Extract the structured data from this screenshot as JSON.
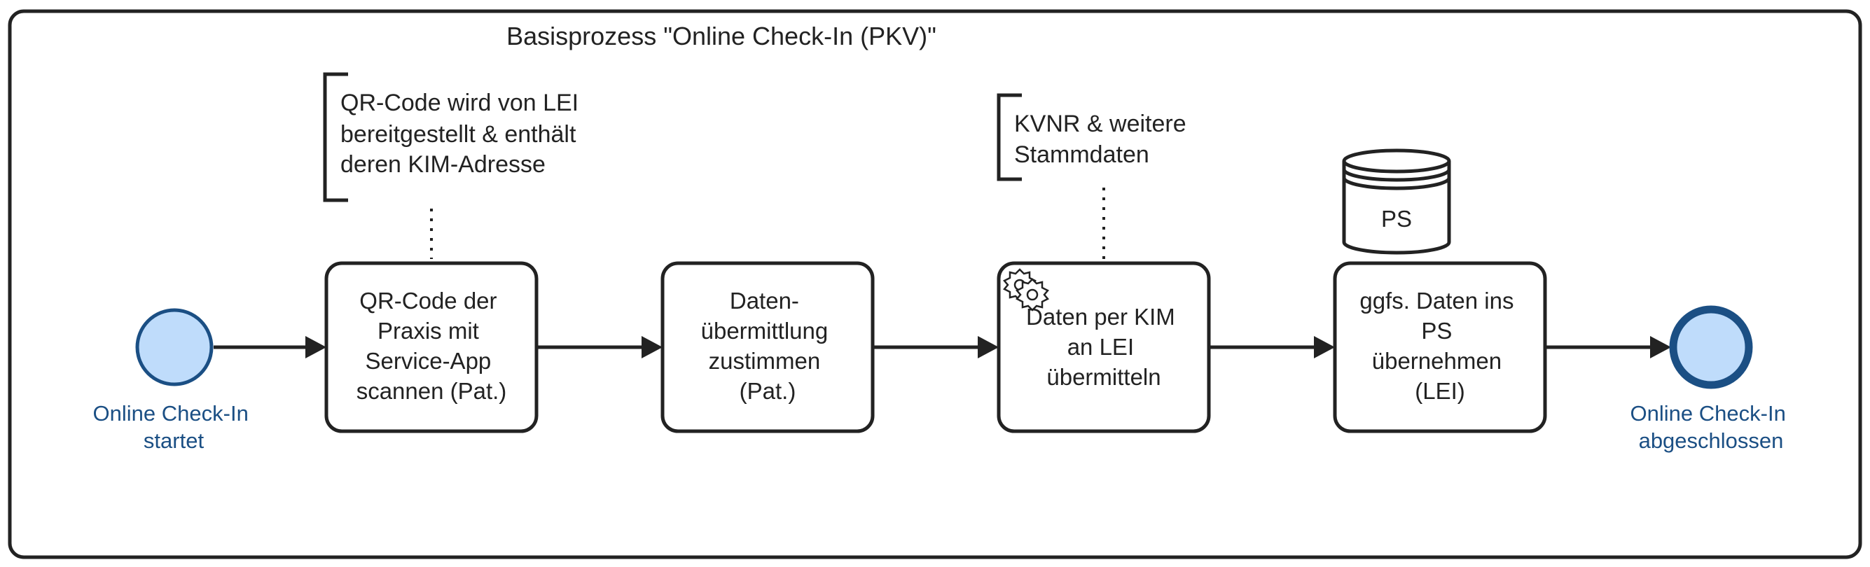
{
  "pool": {
    "title": "Basisprozess \"Online Check-In (PKV)\""
  },
  "start_event": {
    "label_lines": [
      "Online Check-In",
      "startet"
    ]
  },
  "end_event": {
    "label_lines": [
      "Online Check-In",
      "abgeschlossen"
    ]
  },
  "tasks": [
    {
      "lines": [
        "QR-Code der",
        "Praxis mit",
        "Service-App",
        "scannen (Pat.)"
      ],
      "icon": ""
    },
    {
      "lines": [
        "Daten-",
        "übermittlung",
        "zustimmen",
        "(Pat.)"
      ],
      "icon": ""
    },
    {
      "lines": [
        "Daten per KIM",
        "an LEI",
        "übermitteln"
      ],
      "icon": "gear-icon"
    },
    {
      "lines": [
        "ggfs. Daten ins",
        "PS",
        "übernehmen",
        "(LEI)"
      ],
      "icon": ""
    }
  ],
  "annotations": [
    {
      "lines": [
        "QR-Code wird von LEI",
        "bereitgestellt & enthält",
        "deren KIM-Adresse"
      ]
    },
    {
      "lines": [
        "KVNR & weitere",
        "Stammdaten"
      ]
    }
  ],
  "data_store": {
    "label": "PS"
  },
  "colors": {
    "event_fill": "#bfdcfb",
    "event_stroke": "#1b4f84",
    "text_event": "#1b4f84",
    "stroke": "#222222"
  }
}
